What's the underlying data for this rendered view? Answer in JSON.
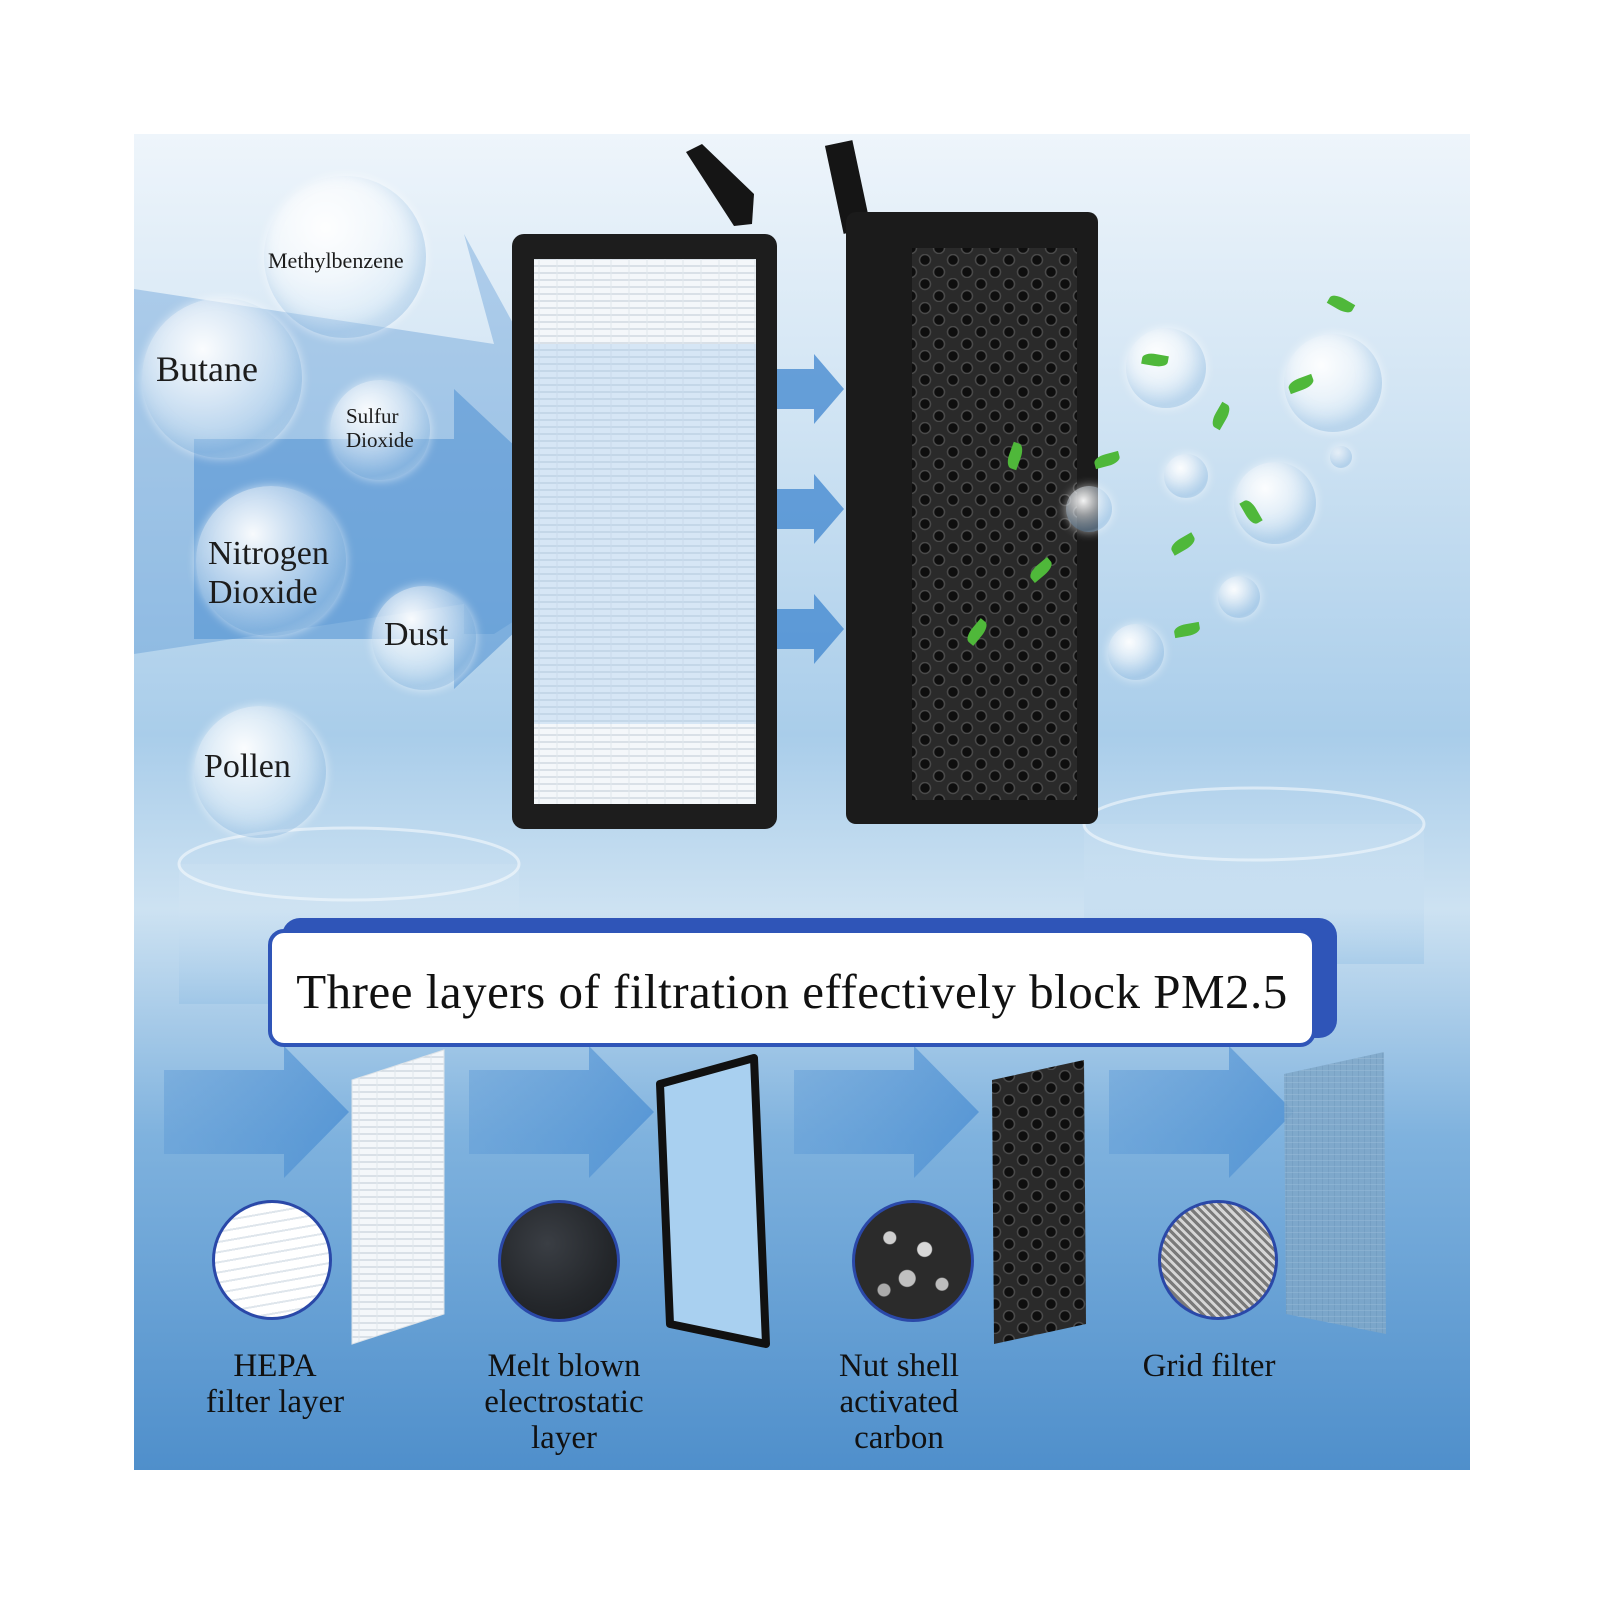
{
  "pollutants": [
    {
      "label": "Methylbenzene"
    },
    {
      "label": "Butane"
    },
    {
      "label": "Sulfur\nDioxide"
    },
    {
      "label": "Nitrogen\nDioxide"
    },
    {
      "label": "Dust"
    },
    {
      "label": "Pollen"
    }
  ],
  "banner": {
    "text": "Three layers of filtration effectively block PM2.5"
  },
  "layers": [
    {
      "label": "HEPA\nfilter layer"
    },
    {
      "label": "Melt blown\nelectrostatic\nlayer"
    },
    {
      "label": "Nut shell\nactivated\ncarbon"
    },
    {
      "label": "Grid filter"
    }
  ],
  "colors": {
    "accent": "#2f55b8",
    "arrow": "#4f90d2",
    "leaf": "#4fb83a",
    "frame": "#1a1a1a"
  }
}
